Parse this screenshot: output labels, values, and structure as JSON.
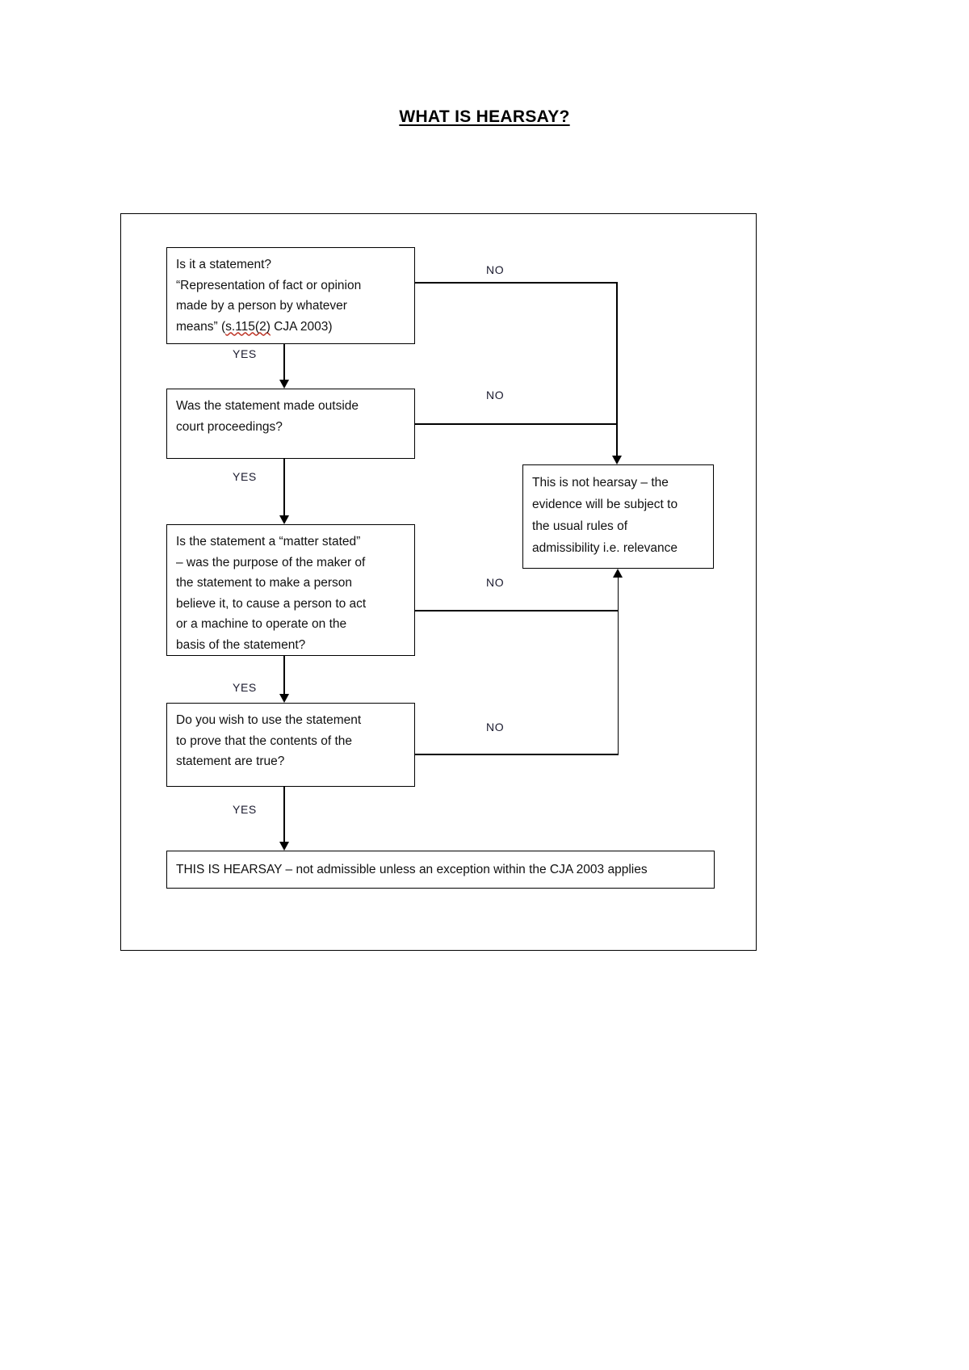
{
  "document": {
    "title": "WHAT IS HEARSAY?"
  },
  "flowchart": {
    "type": "decision-flowchart",
    "nodes": [
      {
        "id": "q1",
        "kind": "decision",
        "text": "Is it a statement?\n“Representation of fact or opinion\nmade by a person by whatever\nmeans” (s.115(2) CJA 2003)",
        "line1": "Is it a statement?",
        "line2": "“Representation of fact or opinion",
        "line3": "made by a person by whatever",
        "line4_pre": "means” (",
        "line4_ref": "s.115(2)",
        "line4_post": " CJA 2003)"
      },
      {
        "id": "q2",
        "kind": "decision",
        "text": "Was the statement made outside\ncourt proceedings?"
      },
      {
        "id": "q3",
        "kind": "decision",
        "text": "Is the statement a “matter stated”\n– was the purpose of the maker of\nthe statement to make a person\nbelieve it, to cause a person to act\nor a machine to operate on the\nbasis of the statement?"
      },
      {
        "id": "q4",
        "kind": "decision",
        "text": "Do you wish to use the statement\nto prove that the contents of the\nstatement are true?"
      },
      {
        "id": "not-hearsay",
        "kind": "outcome",
        "text": "This is not hearsay – the\nevidence will be subject to\nthe usual rules of\nadmissibility i.e. relevance"
      },
      {
        "id": "is-hearsay",
        "kind": "outcome",
        "text": "THIS IS HEARSAY – not admissible unless an exception within the CJA 2003  applies"
      }
    ],
    "edges": [
      {
        "id": "q1-no",
        "label": "NO",
        "from": "q1",
        "to": "not-hearsay"
      },
      {
        "id": "q1-yes",
        "label": "YES",
        "from": "q1",
        "to": "q2"
      },
      {
        "id": "q2-no",
        "label": "NO",
        "from": "q2",
        "to": "not-hearsay"
      },
      {
        "id": "q2-yes",
        "label": "YES",
        "from": "q2",
        "to": "q3"
      },
      {
        "id": "q3-no",
        "label": "NO",
        "from": "q3",
        "to": "not-hearsay"
      },
      {
        "id": "q3-yes",
        "label": "YES",
        "from": "q3",
        "to": "q4"
      },
      {
        "id": "q4-no",
        "label": "NO",
        "from": "q4",
        "to": "not-hearsay"
      },
      {
        "id": "q4-yes",
        "label": "YES",
        "from": "q4",
        "to": "is-hearsay"
      }
    ]
  },
  "colors": {
    "ink": "#000000",
    "paper": "#ffffff",
    "label": "#1a1a2e",
    "spellcheck_underline": "#c0392b"
  }
}
